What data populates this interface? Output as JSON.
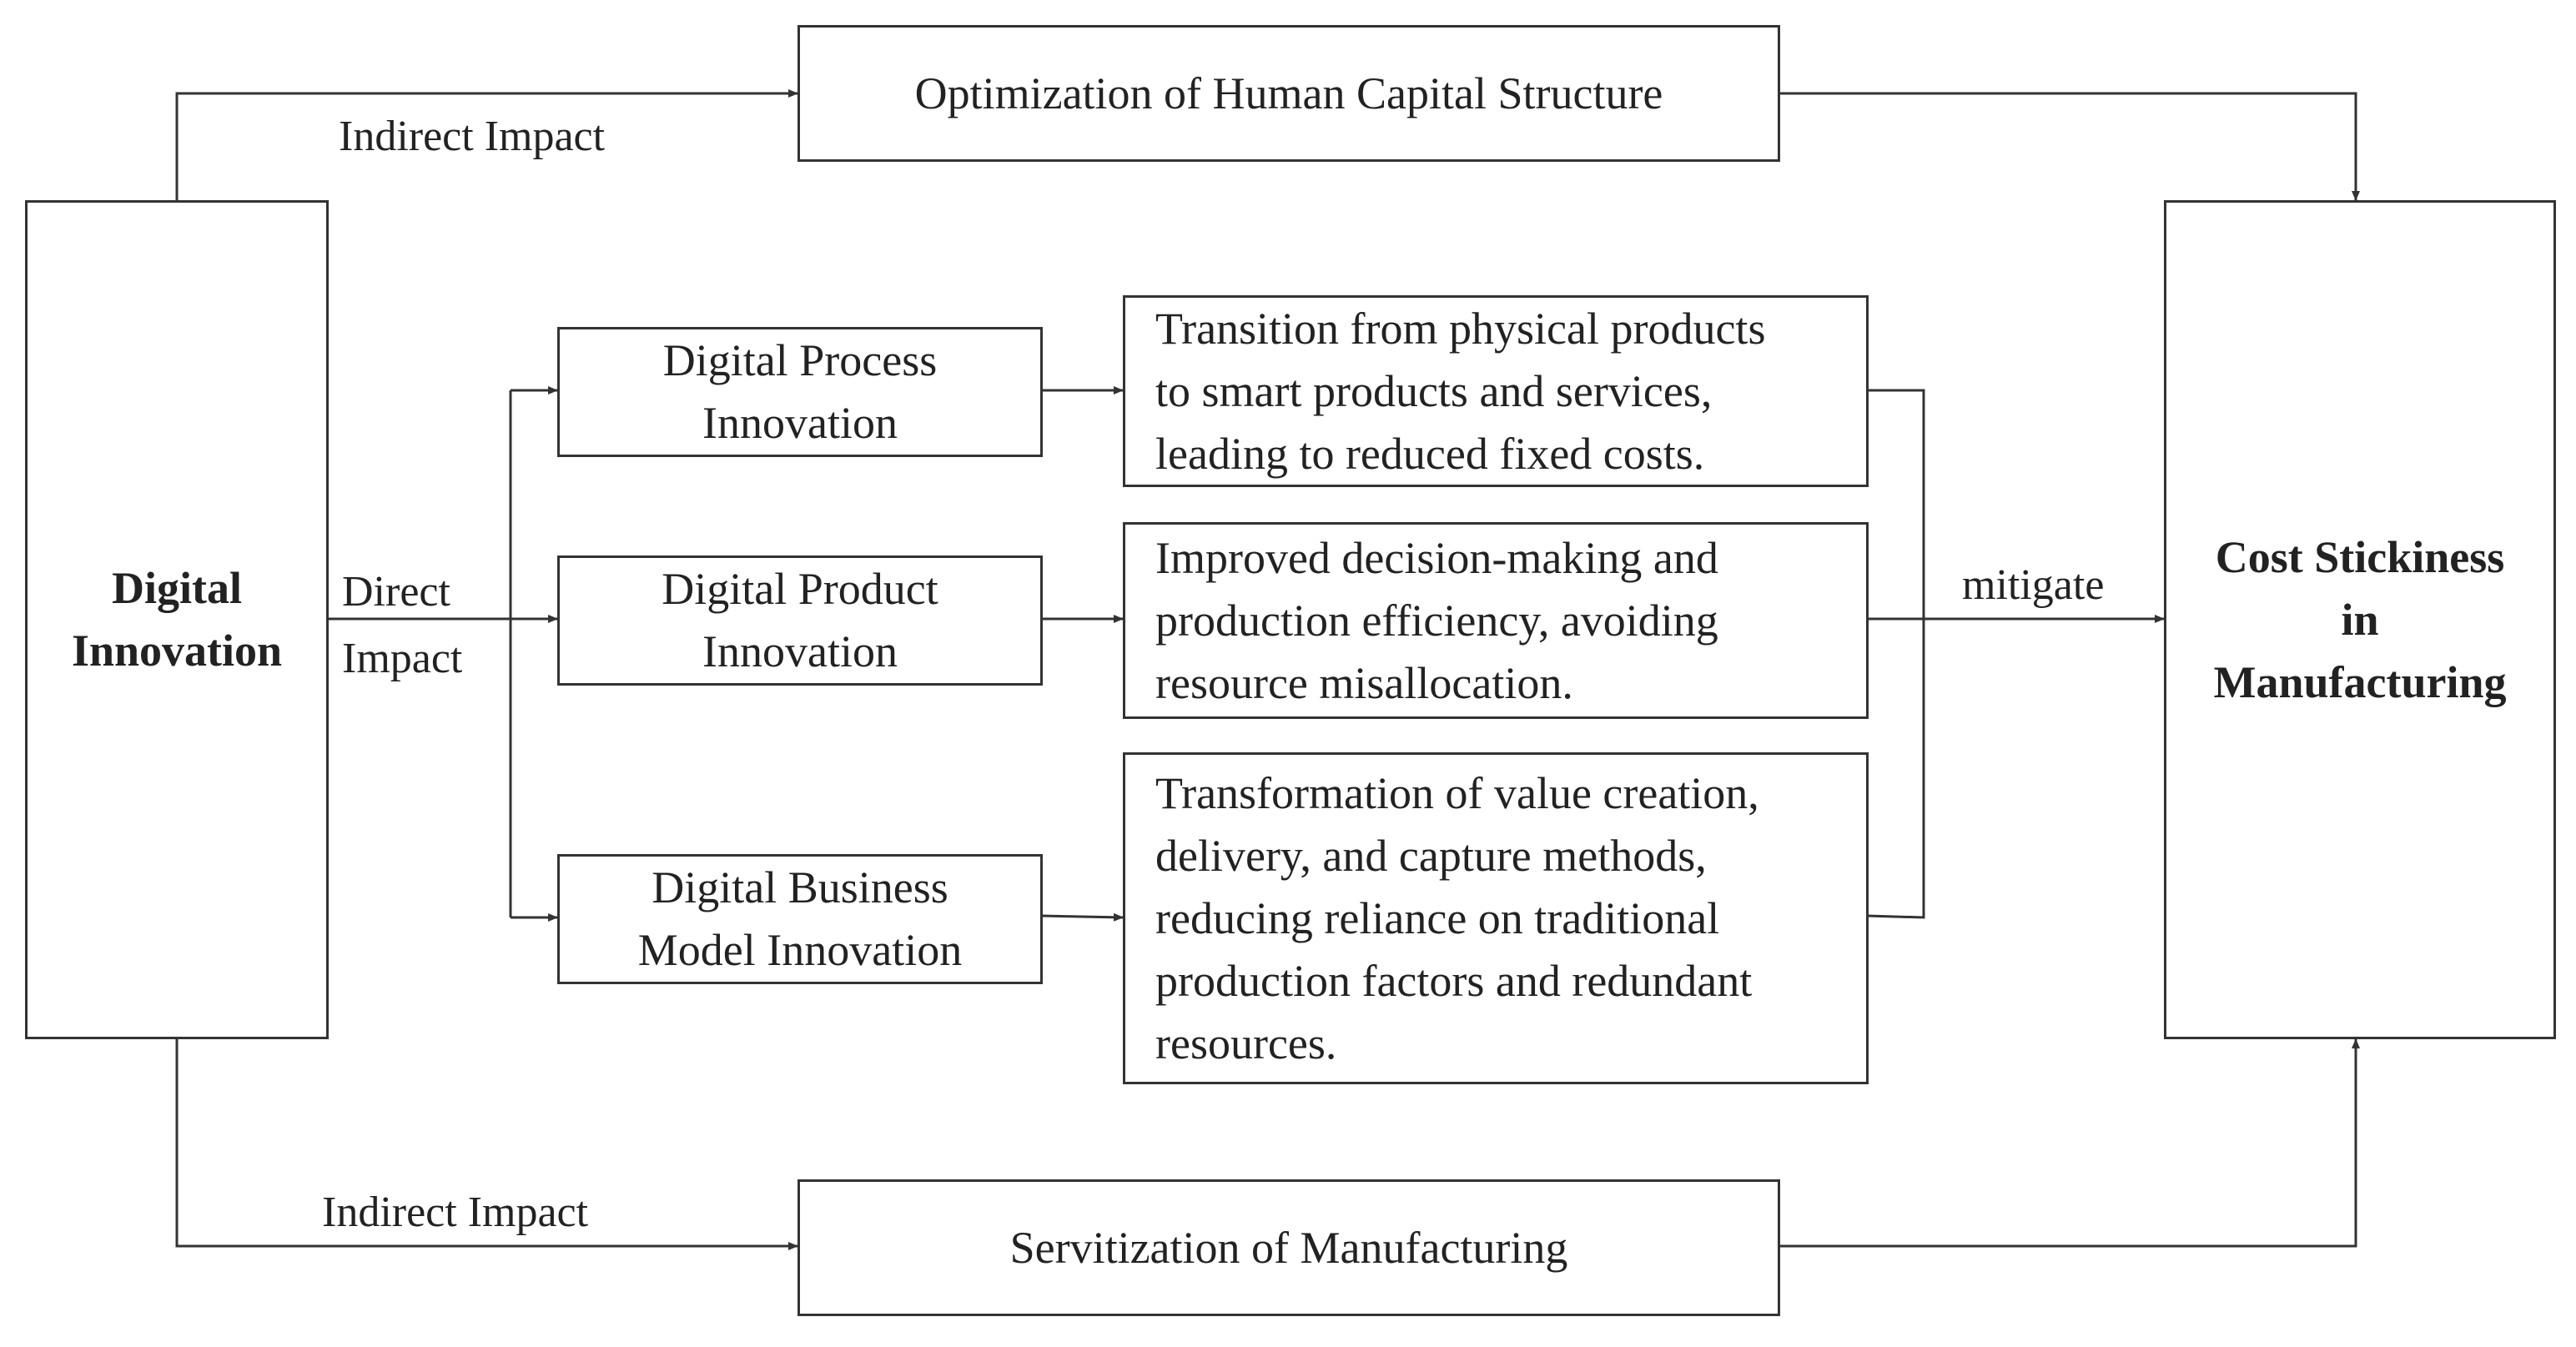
{
  "diagram": {
    "source": {
      "line1": "Digital",
      "line2": "Innovation"
    },
    "target": {
      "line1": "Cost Stickiness",
      "line2": "in",
      "line3": "Manufacturing"
    },
    "top_mechanism": "Optimization of Human Capital Structure",
    "bottom_mechanism": "Servitization of Manufacturing",
    "innovations": [
      {
        "line1": "Digital Process",
        "line2": "Innovation"
      },
      {
        "line1": "Digital Product",
        "line2": "Innovation"
      },
      {
        "line1": "Digital Business",
        "line2": "Model Innovation"
      }
    ],
    "effects": [
      {
        "lines": [
          "Transition from physical products",
          "to smart products and services,",
          "leading to reduced fixed costs."
        ]
      },
      {
        "lines": [
          "Improved decision-making and",
          "production efficiency, avoiding",
          "resource misallocation."
        ]
      },
      {
        "lines": [
          "Transformation of value creation,",
          "delivery, and capture methods,",
          "reducing reliance on traditional",
          "production factors and redundant",
          "resources."
        ]
      }
    ],
    "labels": {
      "indirect_top": "Indirect Impact",
      "indirect_bottom": "Indirect Impact",
      "direct_line1": "Direct",
      "direct_line2": "Impact",
      "mitigate": "mitigate"
    }
  }
}
